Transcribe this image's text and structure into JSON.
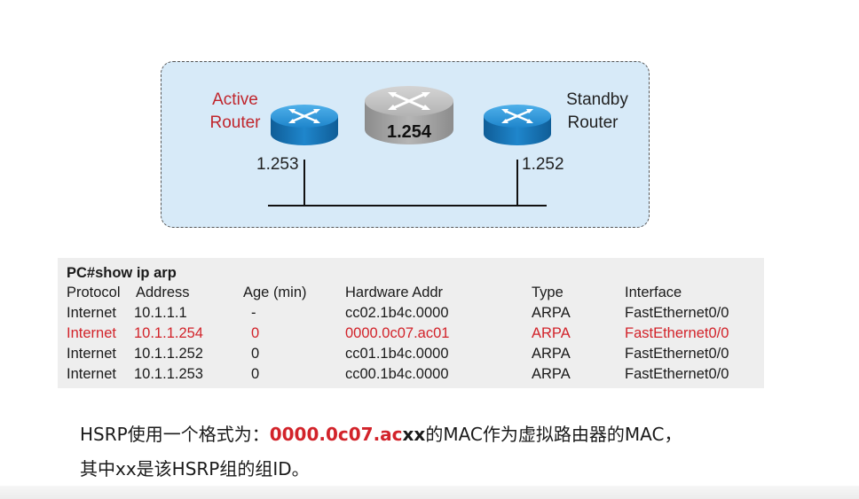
{
  "diagram": {
    "active_label_line1": "Active",
    "active_label_line2": "Router",
    "standby_label_line1": "Standby",
    "standby_label_line2": "Router",
    "virtual_router_label": "1.254",
    "active_ip": "1.253",
    "standby_ip": "1.252",
    "colors": {
      "active_text": "#c0262d",
      "router_blue": "#1a7fc4",
      "router_gray": "#a8a8a8",
      "box_fill": "#d7eaf8"
    }
  },
  "arp": {
    "command": "PC#show ip arp",
    "headers": [
      "Protocol",
      "Address",
      "Age (min)",
      "Hardware Addr",
      "Type",
      "Interface"
    ],
    "rows": [
      {
        "protocol": "Internet",
        "address": "10.1.1.1",
        "age": "-",
        "hw": "cc02.1b4c.0000",
        "type": "ARPA",
        "iface": "FastEthernet0/0",
        "highlight": false
      },
      {
        "protocol": "Internet",
        "address": "10.1.1.254",
        "age": "0",
        "hw": "0000.0c07.ac01",
        "type": "ARPA",
        "iface": "FastEthernet0/0",
        "highlight": true
      },
      {
        "protocol": "Internet",
        "address": "10.1.1.252",
        "age": "0",
        "hw": "cc01.1b4c.0000",
        "type": "ARPA",
        "iface": "FastEthernet0/0",
        "highlight": false
      },
      {
        "protocol": "Internet",
        "address": "10.1.1.253",
        "age": "0",
        "hw": "cc00.1b4c.0000",
        "type": "ARPA",
        "iface": "FastEthernet0/0",
        "highlight": false
      }
    ]
  },
  "caption": {
    "line1_prefix": "HSRP使用一个格式为：",
    "line1_mac_red": "0000.0c07.ac",
    "line1_mac_suffix": "xx",
    "line1_rest": "的MAC作为虚拟路由器的MAC，",
    "line2": "其中xx是该HSRP组的组ID。"
  }
}
